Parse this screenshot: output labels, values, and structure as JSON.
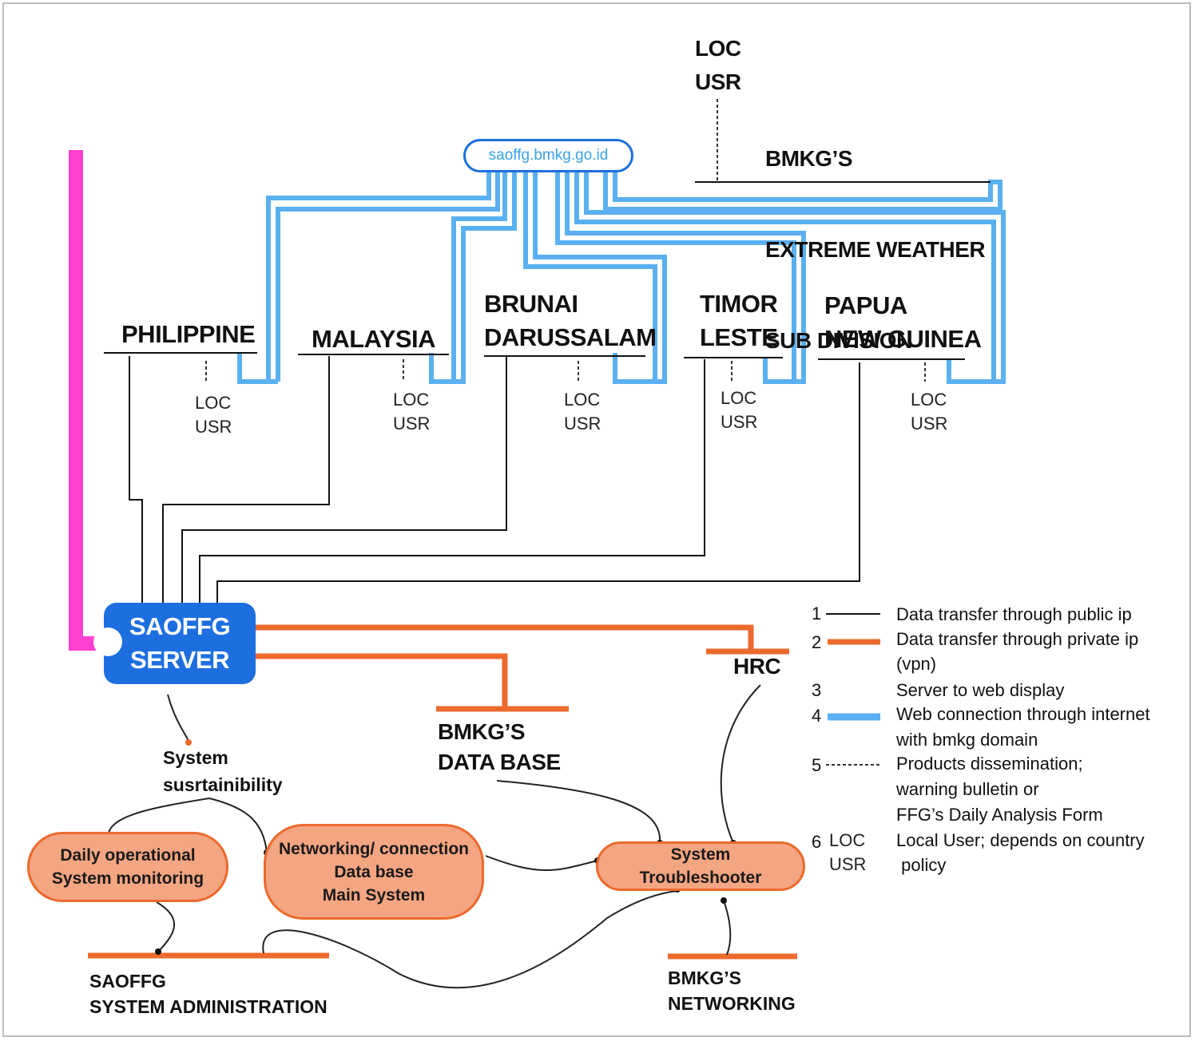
{
  "colors": {
    "public_ip": "#111111",
    "private_ip": "#ec6a2c",
    "server_web_start": "#ff3fd0",
    "server_web_end": "#4a1fd6",
    "web_internet": "#5ab0f0",
    "server_fill": "#1d6fe0",
    "pill_fill": "#f4a581"
  },
  "web_domain": "saoffg.bmkg.go.id",
  "server": {
    "line1": "SAOFFG",
    "line2": "SERVER"
  },
  "extreme_weather": {
    "loc": "LOC",
    "usr": "USR",
    "line1": "BMKG’S",
    "line2": "EXTREME WEATHER",
    "line3": "SUB DIVISION"
  },
  "countries": [
    {
      "line1": "PHILIPPINE",
      "line2": "",
      "loc": "LOC",
      "usr": "USR"
    },
    {
      "line1": "MALAYSIA",
      "line2": "",
      "loc": "LOC",
      "usr": "USR"
    },
    {
      "line1": "BRUNAI",
      "line2": "DARUSSALAM",
      "loc": "LOC",
      "usr": "USR"
    },
    {
      "line1": "TIMOR",
      "line2": "LESTE",
      "loc": "LOC",
      "usr": "USR"
    },
    {
      "line1": "PAPUA",
      "line2": "NEW GUINEA",
      "loc": "LOC",
      "usr": "USR"
    }
  ],
  "hrc": "HRC",
  "database": {
    "line1": "BMKG’S",
    "line2": "DATA BASE"
  },
  "sustainability": {
    "line1": "System",
    "line2": "susrtainibility"
  },
  "pills": {
    "daily": {
      "line1": "Daily operational",
      "line2": "System monitoring"
    },
    "networking": {
      "line1": "Networking/ connection",
      "line2": "Data base",
      "line3": "Main System"
    },
    "troubleshooter": {
      "line1": "System",
      "line2": "Troubleshooter"
    }
  },
  "sysadmin": {
    "line1": "SAOFFG",
    "line2": "SYSTEM ADMINISTRATION"
  },
  "bmkg_networking": {
    "line1": "BMKG’S",
    "line2": "NETWORKING"
  },
  "legend": [
    {
      "num": "1",
      "lines": [
        "Data transfer through public ip"
      ]
    },
    {
      "num": "2",
      "lines": [
        "Data transfer through private ip",
        "(vpn)"
      ]
    },
    {
      "num": "3",
      "lines": [
        "Server to web display"
      ]
    },
    {
      "num": "4",
      "lines": [
        "Web connection through internet",
        "with bmkg domain"
      ]
    },
    {
      "num": "5",
      "lines": [
        "Products dissemination;",
        "warning bulletin or",
        "FFG’s Daily Analysis Form"
      ]
    },
    {
      "num": "6",
      "loc": "LOC",
      "usr": "USR",
      "lines": [
        "Local User; depends on country",
        " policy"
      ]
    }
  ]
}
